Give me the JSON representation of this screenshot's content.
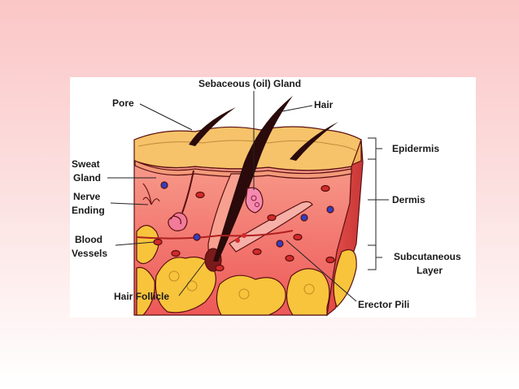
{
  "labels": {
    "sebaceous": "Sebaceous (oil) Gland",
    "pore": "Pore",
    "hair": "Hair",
    "sweat_line1": "Sweat",
    "sweat_line2": "Gland",
    "nerve_line1": "Nerve",
    "nerve_line2": "Ending",
    "blood_line1": "Blood",
    "blood_line2": "Vessels",
    "hair_follicle": "Hair Follicle",
    "epidermis": "Epidermis",
    "dermis": "Dermis",
    "subcutaneous_line1": "Subcutaneous",
    "subcutaneous_line2": "Layer",
    "erector_pili": "Erector Pili"
  },
  "colors": {
    "epidermis": "#f6c36a",
    "dermis": "#f06a6a",
    "subcutaneous_fat": "#f7c43c",
    "outline": "#5a1010",
    "hair": "#2a0a0a",
    "blood_cell": "#d42a2a",
    "vein_cell": "#3040c0"
  }
}
